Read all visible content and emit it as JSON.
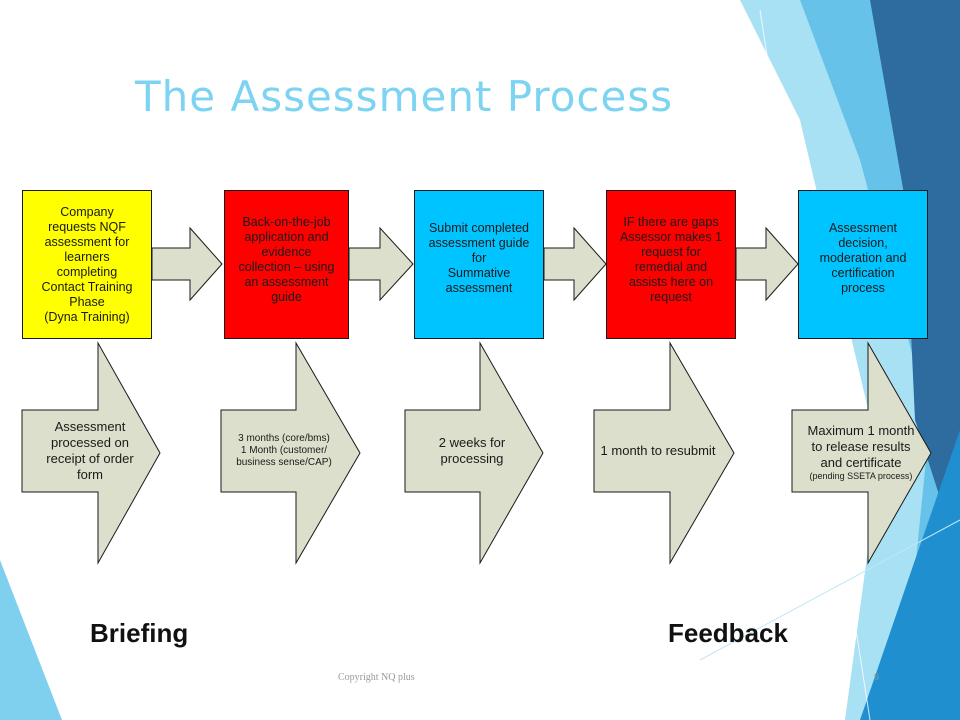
{
  "slide": {
    "title": "The Assessment Process",
    "colors": {
      "title": "#7dd4f2",
      "yellow_box": "#ffff00",
      "red_box": "#ff0000",
      "blue_box": "#00c4ff",
      "arrow_fill": "#dcdfcc",
      "deco_light": "#9fdcf2",
      "deco_dark": "#2e6b9e"
    }
  },
  "steps": [
    {
      "text": "Company\nrequests NQF\nassessment for\nlearners\ncompleting\nContact Training\nPhase\n(Dyna Training)",
      "color": "yellow"
    },
    {
      "text": "Back-on-the-job\napplication and\nevidence\ncollection – using\nan assessment\nguide",
      "color": "red"
    },
    {
      "text": "Submit completed\nassessment guide\nfor\nSummative\nassessment",
      "color": "blue"
    },
    {
      "text": "IF there are gaps\nAssessor makes 1\nrequest for\nremedial and\nassists here on\nrequest",
      "color": "red"
    },
    {
      "text": "Assessment\ndecision,\nmoderation and\ncertification\nprocess",
      "color": "blue"
    }
  ],
  "timings": [
    {
      "text": "Assessment\nprocessed on\nreceipt of order\nform"
    },
    {
      "text": "3 months (core/bms)\n1 Month (customer/\nbusiness sense/CAP)"
    },
    {
      "text": "2 weeks for\nprocessing"
    },
    {
      "text": "1 month to resubmit"
    },
    {
      "text": "Maximum 1 month\nto release results\nand certificate",
      "subtext": "(pending SSETA process)"
    }
  ],
  "labels": {
    "briefing": "Briefing",
    "feedback": "Feedback"
  },
  "footer": {
    "copyright": "Copyright NQ plus",
    "page_number": "6"
  }
}
